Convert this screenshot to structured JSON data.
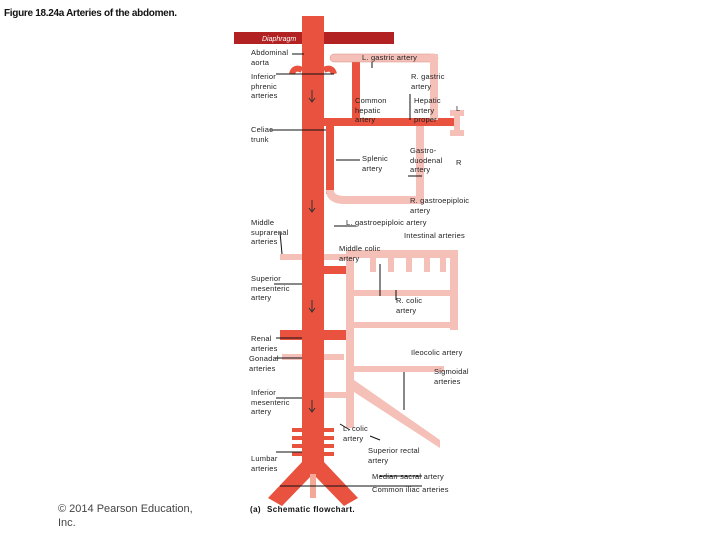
{
  "figure_title": "Figure 18.24a Arteries of the abdomen.",
  "caption": {
    "tag": "(a)",
    "text": "Schematic flowchart."
  },
  "copyright": "© 2014 Pearson Education,\nInc.",
  "diaphragm_label": "Diaphragm",
  "labels": {
    "abdominal_aorta": "Abdominal\naorta",
    "l_gastric": "L. gastric artery",
    "inferior_phrenic": "Inferior\nphrenic\narteries",
    "r_gastric": "R. gastric\nartery",
    "common_hepatic": "Common\nhepatic\nartery",
    "hepatic_proper": "Hepatic\nartery\nproper",
    "l_mark": "L",
    "celiac": "Celiac\ntrunk",
    "splenic": "Splenic\nartery",
    "gastroduodenal": "Gastro-\nduodenal\nartery",
    "r_mark": "R",
    "r_gastroepiploic": "R. gastroepiploic\nartery",
    "l_gastroepiploic": "L. gastroepiploic artery",
    "middle_suprarenal": "Middle\nsuprarenal\narteries",
    "intestinal": "Intestinal arteries",
    "middle_colic": "Middle colic\nartery",
    "superior_mesenteric": "Superior\nmesenteric\nartery",
    "r_colic": "R. colic\nartery",
    "renal": "Renal\narteries",
    "gonadal": "Gonadal\narteries",
    "ileocolic": "Ileocolic artery",
    "sigmoidal": "Sigmoidal\narteries",
    "inferior_mesenteric": "Inferior\nmesenteric\nartery",
    "l_colic": "L. colic\nartery",
    "lumbar": "Lumbar\narteries",
    "superior_rectal": "Superior rectal\nartery",
    "median_sacral": "Median sacral artery",
    "common_iliac": "Common iliac arteries"
  },
  "colors": {
    "aorta": "#e8523f",
    "branch": "#f4c0b8",
    "branch_stroke": "#d98f86",
    "diaphragm": "#b22222",
    "leader": "#111111"
  }
}
